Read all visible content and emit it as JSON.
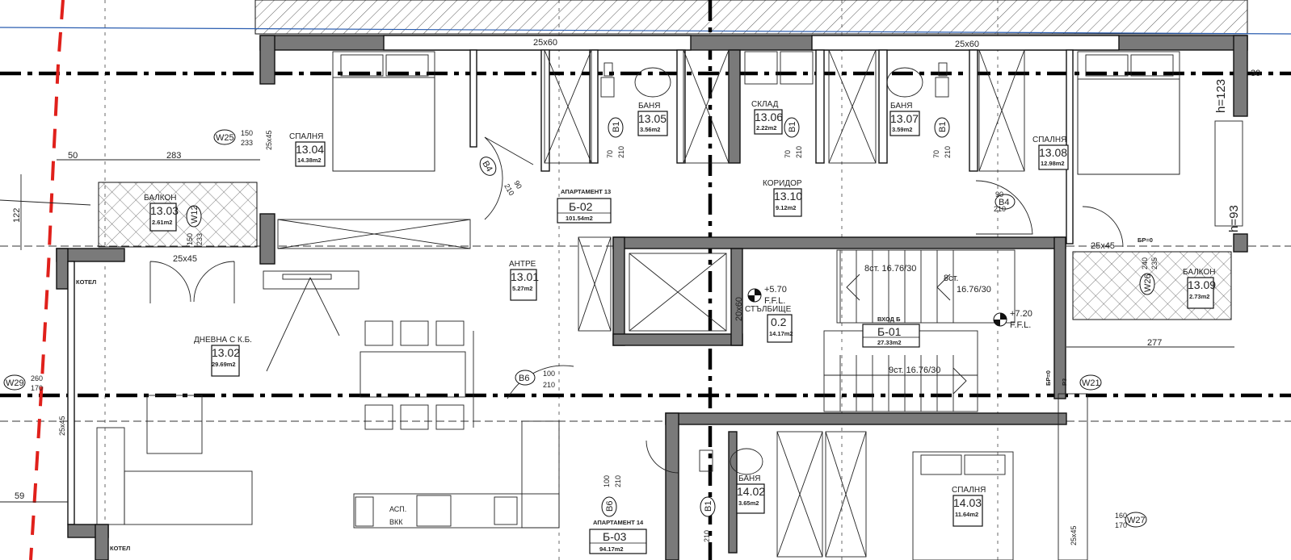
{
  "rooms": [
    {
      "id": "r-spalnya-304",
      "name": "СПАЛНЯ",
      "code": "13.04",
      "area": "14.38m2"
    },
    {
      "id": "r-banya-305",
      "name": "БАНЯ",
      "code": "13.05",
      "area": "3.56m2"
    },
    {
      "id": "r-sklad-306",
      "name": "СКЛАД",
      "code": "13.06",
      "area": "2.22m2"
    },
    {
      "id": "r-banya-307",
      "name": "БАНЯ",
      "code": "13.07",
      "area": "3.59m2"
    },
    {
      "id": "r-spalnya-308",
      "name": "СПАЛНЯ",
      "code": "13.08",
      "area": "12.98m2"
    },
    {
      "id": "r-balkon-303",
      "name": "БАЛКОН",
      "code": "13.03",
      "area": "2.61m2"
    },
    {
      "id": "r-koridor-310",
      "name": "КОРИДОР",
      "code": "13.10",
      "area": "9.12m2"
    },
    {
      "id": "r-antre-301",
      "name": "АНТРЕ",
      "code": "13.01",
      "area": "5.27m2"
    },
    {
      "id": "r-dnevna-302",
      "name": "ДНЕВНА С К.Б.",
      "code": "13.02",
      "area": "29.69m2"
    },
    {
      "id": "r-stalbishte",
      "name": "СТЪЛБИЩЕ",
      "code": "0.2",
      "area": "14.17m2"
    },
    {
      "id": "r-balkon-309",
      "name": "БАЛКОН",
      "code": "13.09",
      "area": "2.73m2"
    },
    {
      "id": "r-banya-402",
      "name": "БАНЯ",
      "code": "14.02",
      "area": "3.65m2"
    },
    {
      "id": "r-spalnya-403",
      "name": "СПАЛНЯ",
      "code": "14.03",
      "area": "11.64m2"
    }
  ],
  "apartments": [
    {
      "title": "АПАРТАМЕНТ 13",
      "code": "Б-02",
      "area": "101.54m2"
    },
    {
      "title": "АПАРТАМЕНТ 14",
      "code": "Б-03",
      "area": "94.17m2"
    },
    {
      "title": "ВХОД Б",
      "code": "Б-01",
      "area": "27.33m2"
    }
  ],
  "doors": {
    "b1": "B1",
    "b4": "B4",
    "b6": "B6",
    "d90": "90",
    "d210": "210",
    "d100": "100",
    "d70": "70"
  },
  "windows": {
    "w25": "W25",
    "w12": "W12",
    "w29": "W29",
    "w26": "W26",
    "w21": "W21",
    "w27": "W27",
    "w25_top": "150",
    "w25_bot": "233",
    "w29_top": "260",
    "w29_bot": "170",
    "w27_top": "160",
    "w27_bot": "170",
    "w12_a": "150",
    "w12_b": "233",
    "w26_a": "240",
    "w26_b": "235"
  },
  "beams": {
    "b1": "25x60",
    "b2": "25x60",
    "b3": "25x45",
    "b4": "25x45",
    "b5": "25x45",
    "b6": "25x45",
    "b7": "25x45",
    "b8": "20x60"
  },
  "dims": {
    "d50": "50",
    "d283": "283",
    "d122": "122",
    "d59": "59",
    "d277": "277",
    "d30": "30"
  },
  "heights": {
    "h123": "h=123",
    "h93": "h=93"
  },
  "levels": {
    "l1_val": "+5.70",
    "l1_lbl": "F.F.L.",
    "l2_val": "+7.20",
    "l2_lbl": "F.F.L."
  },
  "stairs": {
    "s1": "8ст. 16.76/30",
    "s2": "8ст.",
    "s3": "16.76/30",
    "s4": "9ст. 16.76/30"
  },
  "misc": {
    "kotel": "КОТЕЛ",
    "kotel2": "КОТЕЛ",
    "asp": "АСП.",
    "bkk": "ВКК",
    "bp": "БР=0",
    "bp2": "БР=0",
    "p3": "P3"
  }
}
